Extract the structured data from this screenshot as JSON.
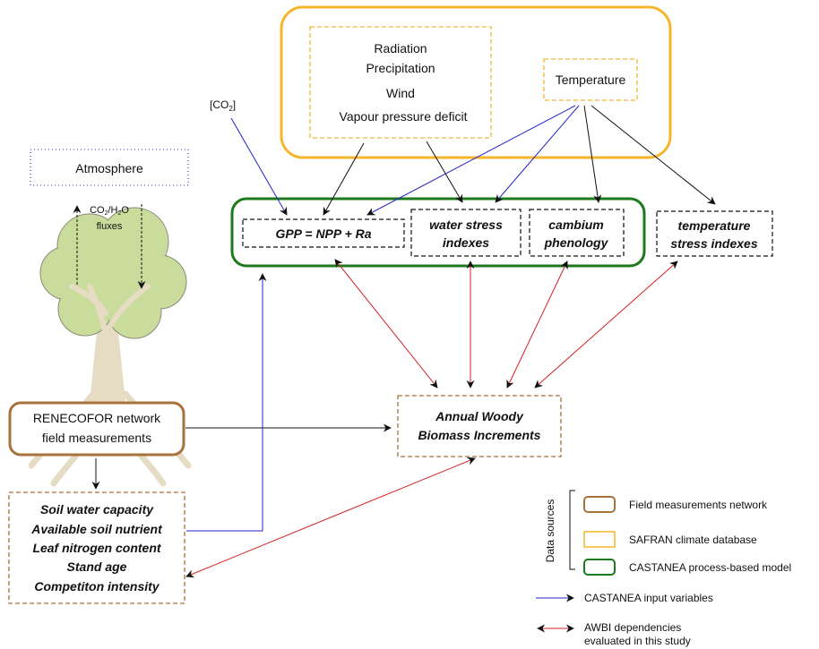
{
  "climate": {
    "group1": [
      "Radiation",
      "Precipitation",
      "Wind",
      "Vapour pressure deficit"
    ],
    "temperature": "Temperature"
  },
  "co2_input": {
    "prefix": "[CO",
    "sub": "2",
    "suffix": "]"
  },
  "atmosphere": "Atmosphere",
  "fluxes": {
    "co2": "CO",
    "co2_sub": "2",
    "slash": "/H",
    "h2o_sub": "2",
    "o": "O",
    "label": "fluxes"
  },
  "castanea": {
    "gpp": "GPP = NPP + Ra",
    "water_stress": [
      "water stress",
      "indexes"
    ],
    "cambium": [
      "cambium",
      "phenology"
    ]
  },
  "temperature_stress": [
    "temperature",
    "stress indexes"
  ],
  "renecofor": [
    "RENECOFOR network",
    "field measurements"
  ],
  "awbi": [
    "Annual Woody",
    "Biomass Increments"
  ],
  "soil": [
    "Soil water capacity",
    "Available soil nutrient",
    "Leaf nitrogen content",
    "Stand age",
    "Competiton intensity"
  ],
  "legend": {
    "data_sources_label": "Data sources",
    "field": "Field measurements network",
    "safran": "SAFRAN climate database",
    "castanea": "CASTANEA process-based model",
    "input_vars": "CASTANEA input variables",
    "awbi_dep": [
      "AWBI dependencies",
      "evaluated in this study"
    ]
  },
  "colors": {
    "brown": "#a8723b",
    "orange": "#f5b62c",
    "green": "#1c7a1c",
    "blue": "#2323c8",
    "red": "#d42020",
    "tree_crown": "#c9dc9c",
    "tree_trunk": "#e6dcc4"
  }
}
